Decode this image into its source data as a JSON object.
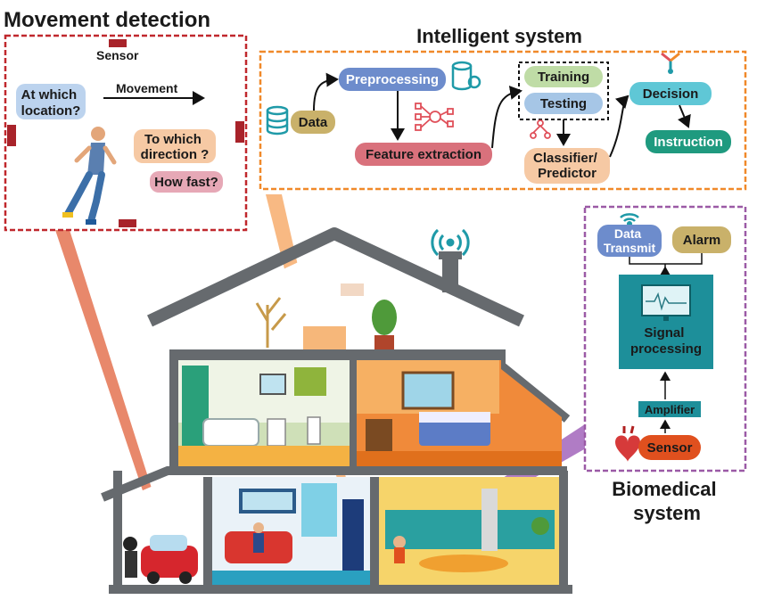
{
  "movement": {
    "title": "Movement detection",
    "sensor": "Sensor",
    "movement_label": "Movement",
    "q_location": [
      "At which",
      "location?"
    ],
    "q_direction": [
      "To which",
      "direction ?"
    ],
    "q_speed": "How fast?"
  },
  "intelligent": {
    "title": "Intelligent system",
    "data": "Data",
    "preprocessing": "Preprocessing",
    "feature_extraction": "Feature extraction",
    "training": "Training",
    "testing": "Testing",
    "classifier": [
      "Classifier/",
      "Predictor"
    ],
    "decision": "Decision",
    "instruction": "Instruction"
  },
  "biomedical": {
    "title": [
      "Biomedical",
      "system"
    ],
    "data_transmit": [
      "Data",
      "Transmit"
    ],
    "alarm": "Alarm",
    "signal_processing": [
      "Signal",
      "processing"
    ],
    "amplifier": "Amplifier",
    "sensor": "Sensor"
  },
  "colors": {
    "movement_border": "#c0282d",
    "intelligent_border": "#f0892a",
    "biomedical_border": "#9b5aa6",
    "teal": "#1f9aa8",
    "house_gray": "#666a6e"
  }
}
